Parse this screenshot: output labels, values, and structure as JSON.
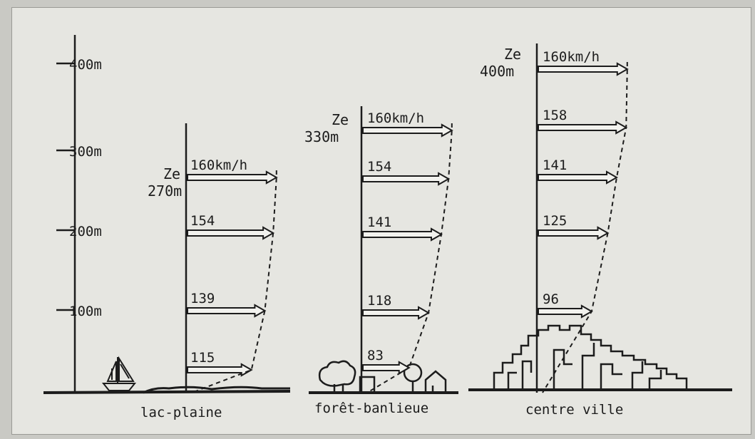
{
  "scale": {
    "ticks": [
      {
        "label": "400m",
        "value": 400
      },
      {
        "label": "300m",
        "value": 300
      },
      {
        "label": "200m",
        "value": 200
      },
      {
        "label": "100m",
        "value": 100
      }
    ]
  },
  "profiles": [
    {
      "caption": "lac-plaine",
      "ze_label": "Ze",
      "ze_height_label": "270m",
      "ze_height": 270,
      "arrows": [
        {
          "label": "160km/h",
          "speed": 160
        },
        {
          "label": "154",
          "speed": 154
        },
        {
          "label": "139",
          "speed": 139
        },
        {
          "label": "115",
          "speed": 115
        }
      ]
    },
    {
      "caption": "forêt-banlieue",
      "ze_label": "Ze",
      "ze_height_label": "330m",
      "ze_height": 330,
      "arrows": [
        {
          "label": "160km/h",
          "speed": 160
        },
        {
          "label": "154",
          "speed": 154
        },
        {
          "label": "141",
          "speed": 141
        },
        {
          "label": "118",
          "speed": 118
        },
        {
          "label": "83",
          "speed": 83
        }
      ]
    },
    {
      "caption": "centre ville",
      "ze_label": "Ze",
      "ze_height_label": "400m",
      "ze_height": 400,
      "arrows": [
        {
          "label": "160km/h",
          "speed": 160
        },
        {
          "label": "158",
          "speed": 158
        },
        {
          "label": "141",
          "speed": 141
        },
        {
          "label": "125",
          "speed": 125
        },
        {
          "label": "96",
          "speed": 96
        }
      ]
    }
  ]
}
